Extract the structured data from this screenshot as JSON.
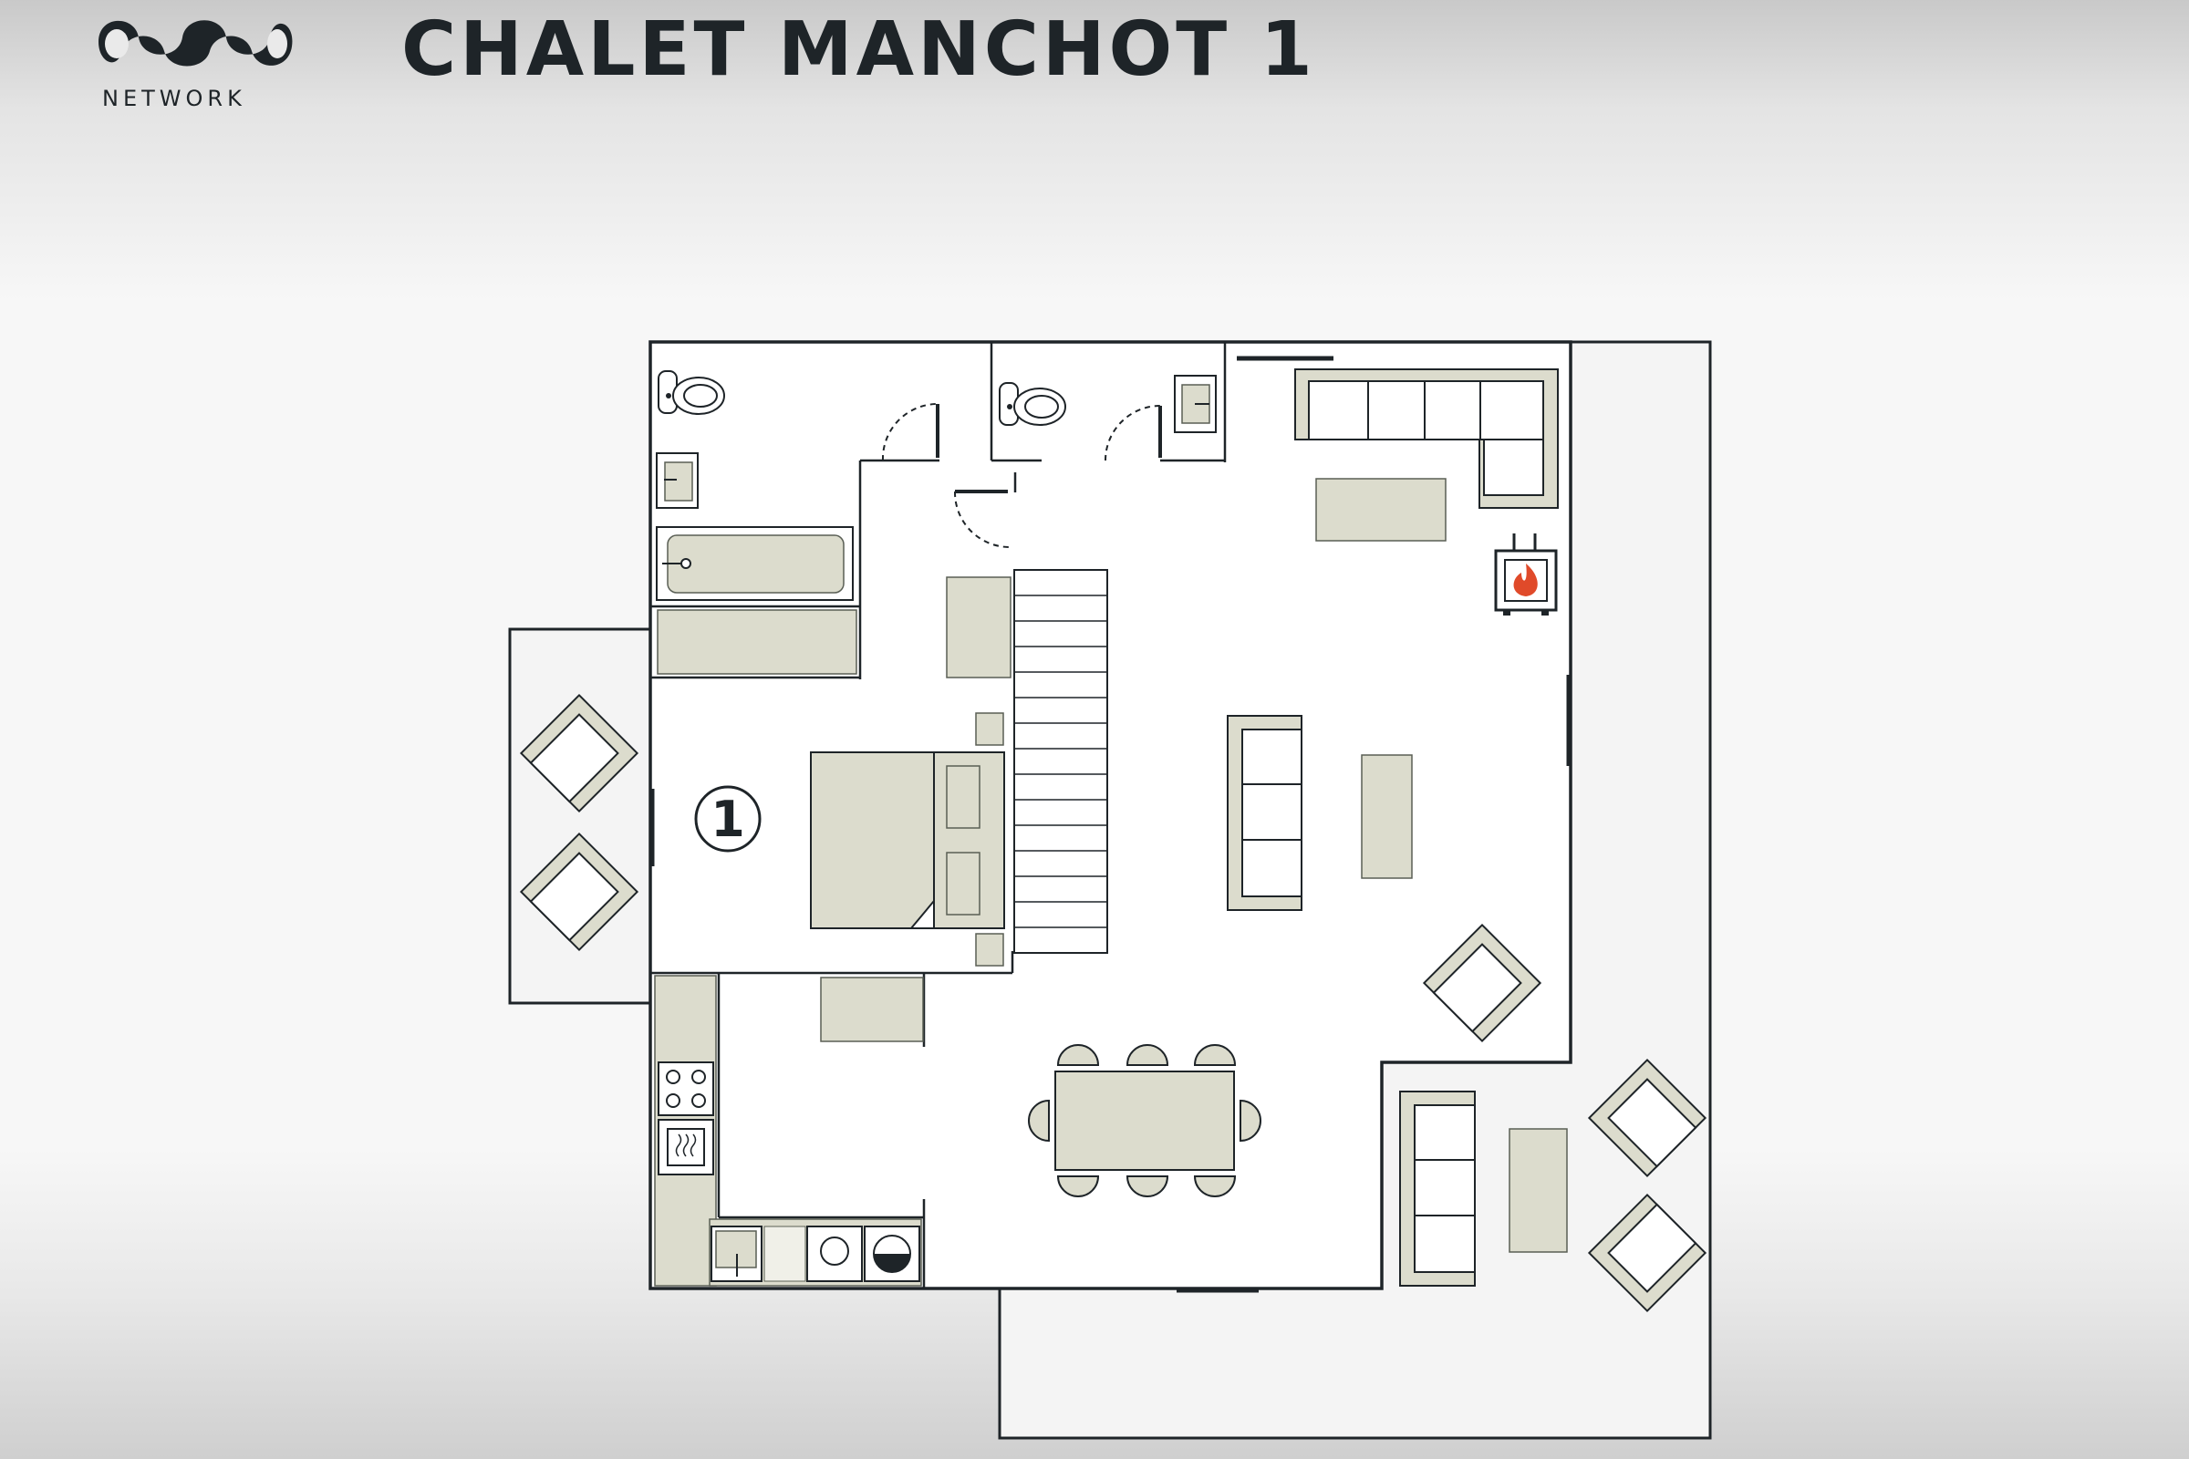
{
  "brand": {
    "name": "NETWORK"
  },
  "title": "CHALET MANCHOT 1",
  "plan": {
    "bedroom_number": "1"
  },
  "colors": {
    "ink": "#1e2428",
    "furniture_fill": "#dcdccd",
    "furniture_stroke": "#5a5f55",
    "terrace": "#f4f4f4",
    "interior": "#ffffff",
    "fire": "#e04a2a"
  },
  "icons": [
    "logo-icon",
    "toilet-icon",
    "sink-icon",
    "bathtub-icon",
    "stove-icon",
    "oven-icon",
    "washing-machine-icon",
    "fireplace-icon",
    "staircase-icon"
  ]
}
